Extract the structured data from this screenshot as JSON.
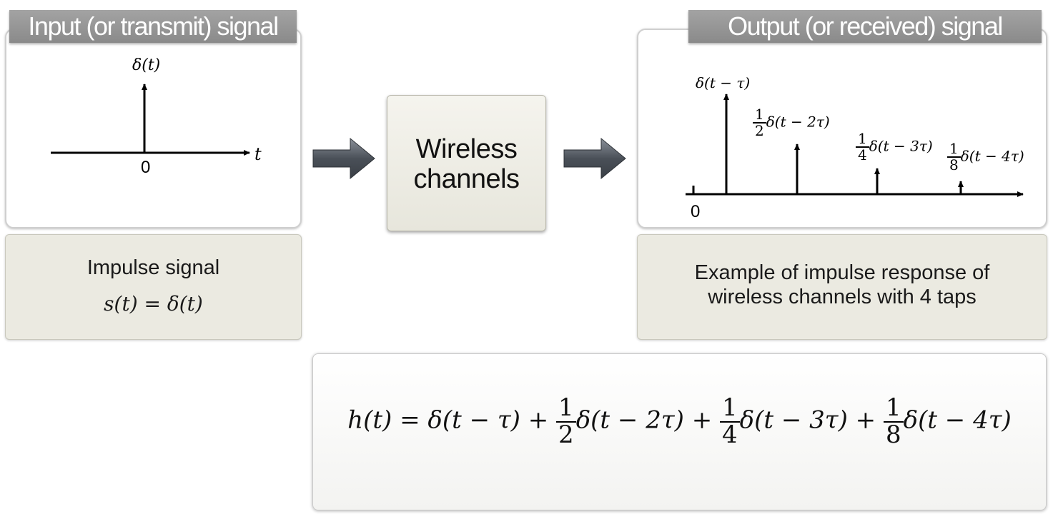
{
  "input": {
    "tab_title": "Input (or transmit) signal",
    "plot": {
      "y_label": "δ(t)",
      "x_label": "t",
      "origin": "0"
    },
    "caption_line1": "Impulse signal",
    "caption_eq": "s(t) = δ(t)"
  },
  "channel": {
    "line1": "Wireless",
    "line2": "channels"
  },
  "output": {
    "tab_title": "Output (or received) signal",
    "plot": {
      "origin": "0",
      "taps": [
        {
          "coef": "",
          "label": "δ(t − τ)"
        },
        {
          "coef_num": "1",
          "coef_den": "2",
          "label": "δ(t − 2τ)"
        },
        {
          "coef_num": "1",
          "coef_den": "4",
          "label": "δ(t − 3τ)"
        },
        {
          "coef_num": "1",
          "coef_den": "8",
          "label": "δ(t − 4τ)"
        }
      ]
    },
    "caption_line1": "Example of impulse response of",
    "caption_line2": "wireless channels with 4 taps"
  },
  "equation": {
    "lhs": "h(t) = δ(t − τ) + ",
    "t2_num": "1",
    "t2_den": "2",
    "t2": "δ(t − 2τ) + ",
    "t3_num": "1",
    "t3_den": "4",
    "t3": "δ(t − 3τ) + ",
    "t4_num": "1",
    "t4_den": "8",
    "t4": "δ(t − 4τ)"
  },
  "colors": {
    "tab": "#999999",
    "beige": "#ebeae1",
    "arrow": "#5a6068"
  }
}
